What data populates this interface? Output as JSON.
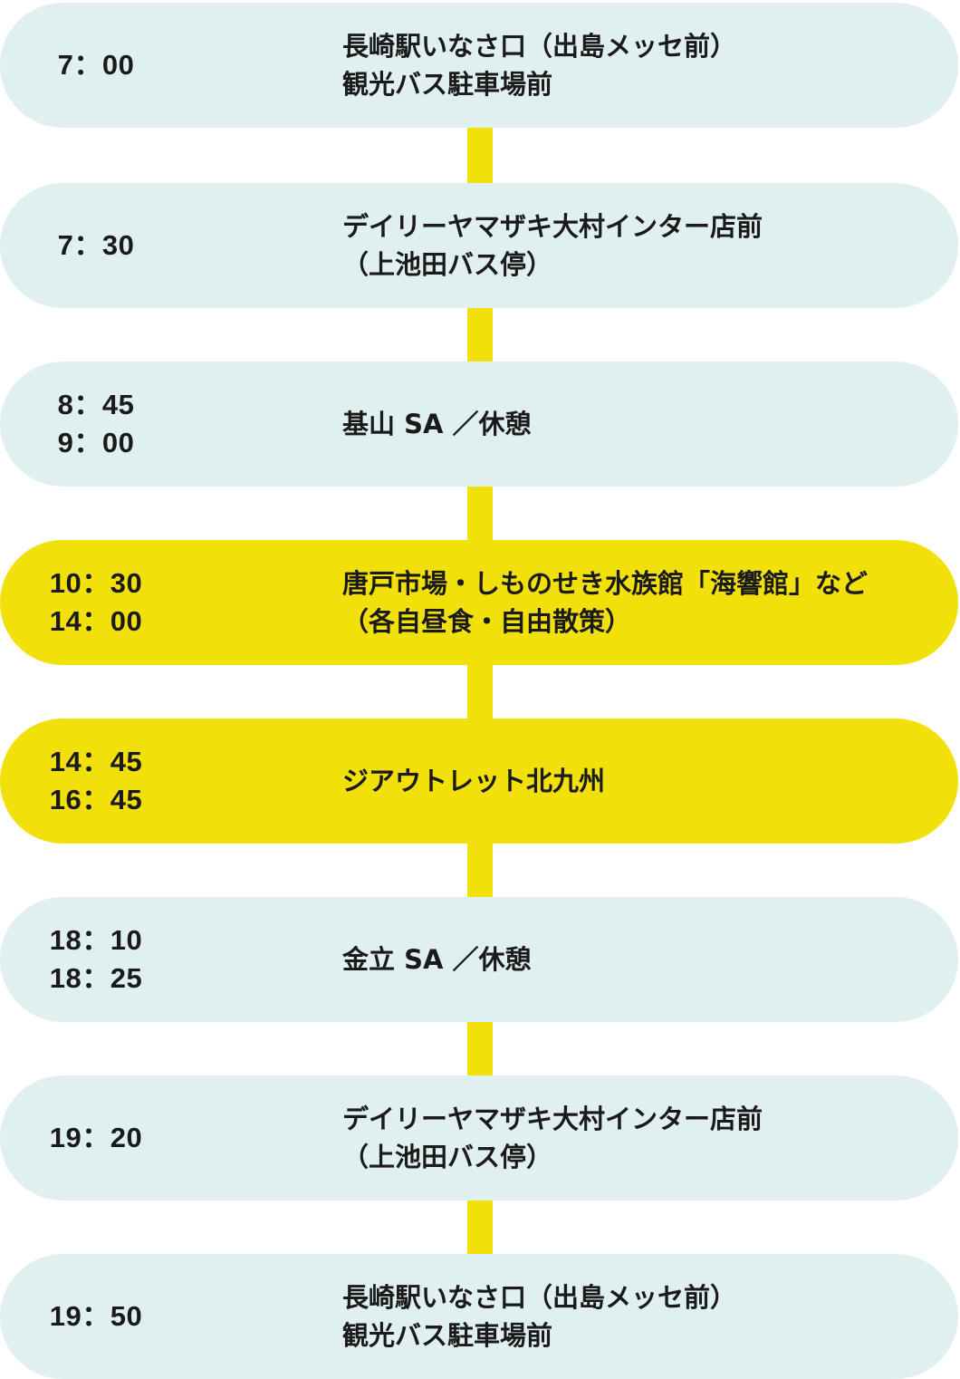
{
  "colors": {
    "default_bg": "#e0f0f0",
    "highlight_bg": "#f2e00a",
    "connector": "#f2e00a",
    "text": "#1a1a1a"
  },
  "stops": [
    {
      "times": [
        "7：00"
      ],
      "place": [
        "長崎駅いなさ口（出島メッセ前）",
        "観光バス駐車場前"
      ],
      "highlight": false
    },
    {
      "times": [
        "7：30"
      ],
      "place": [
        "デイリーヤマザキ大村インター店前",
        "（上池田バス停）"
      ],
      "highlight": false
    },
    {
      "times": [
        "8：45",
        "9：00"
      ],
      "place": [
        "基山 SA ／休憩"
      ],
      "highlight": false
    },
    {
      "times": [
        "10：30",
        "14：00"
      ],
      "place": [
        "唐戸市場・しものせき水族館「海響館」など",
        "（各自昼食・自由散策）"
      ],
      "highlight": true
    },
    {
      "times": [
        "14：45",
        "16：45"
      ],
      "place": [
        "ジアウトレット北九州"
      ],
      "highlight": true
    },
    {
      "times": [
        "18：10",
        "18：25"
      ],
      "place": [
        "金立 SA ／休憩"
      ],
      "highlight": false
    },
    {
      "times": [
        "19：20"
      ],
      "place": [
        "デイリーヤマザキ大村インター店前",
        "（上池田バス停）"
      ],
      "highlight": false
    },
    {
      "times": [
        "19：50"
      ],
      "place": [
        "長崎駅いなさ口（出島メッセ前）",
        "観光バス駐車場前"
      ],
      "highlight": false
    }
  ]
}
